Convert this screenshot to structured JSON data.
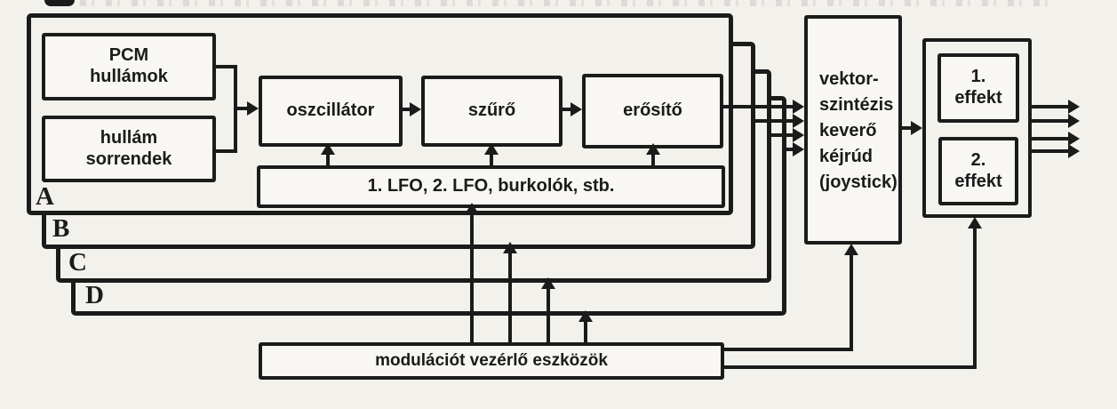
{
  "colors": {
    "ink": "#1b1b1b",
    "paper": "#f2f1ec",
    "box_fill": "#f8f7f3"
  },
  "voices": {
    "labels": [
      "A",
      "B",
      "C",
      "D"
    ]
  },
  "voice_chain": {
    "pcm_waves": {
      "line1": "PCM",
      "line2": "hullámok"
    },
    "wave_sequences": {
      "line1": "hullám",
      "line2": "sorrendek"
    },
    "oscillator": "oszcillátor",
    "filter": "szűrő",
    "amplifier": "erősítő",
    "modulators": "1. LFO, 2. LFO, burkolók, stb."
  },
  "vector_mixer": {
    "lines": [
      "vektor-",
      "szintézis",
      "keverő",
      "kéjrúd",
      "(joystick)"
    ]
  },
  "effects": {
    "fx1": {
      "line1": "1.",
      "line2": "effekt"
    },
    "fx2": {
      "line1": "2.",
      "line2": "effekt"
    }
  },
  "modulation_controllers": "modulációt vezérlő eszközök"
}
